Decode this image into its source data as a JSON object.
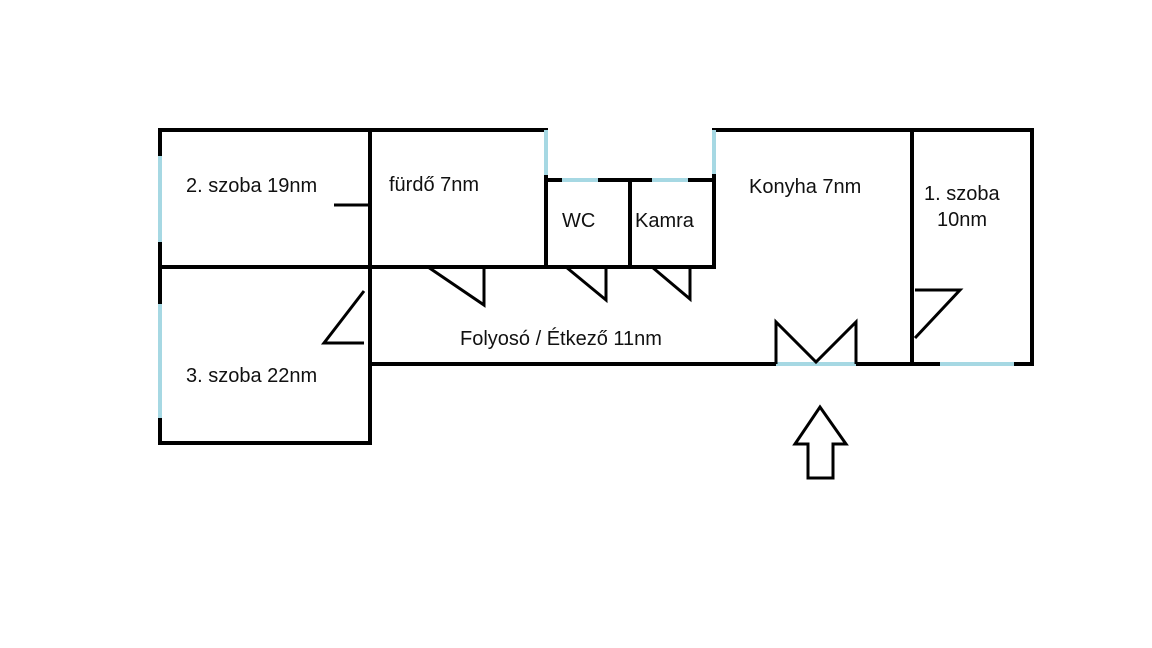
{
  "rooms": {
    "room2": {
      "label": "2. szoba 19nm"
    },
    "bathroom": {
      "label": "fürdő 7nm"
    },
    "wc": {
      "label": "WC"
    },
    "pantry": {
      "label": "Kamra"
    },
    "kitchen": {
      "label": "Konyha 7nm"
    },
    "room1": {
      "label_line1": "1. szoba",
      "label_line2": "10nm"
    },
    "corridor": {
      "label": "Folyosó / Étkező 11nm"
    },
    "room3": {
      "label": "3. szoba 22nm"
    }
  },
  "colors": {
    "wall": "#000000",
    "window": "#a6d8e3",
    "background": "#ffffff"
  },
  "icons": {
    "entrance": "entrance-arrow-icon"
  }
}
